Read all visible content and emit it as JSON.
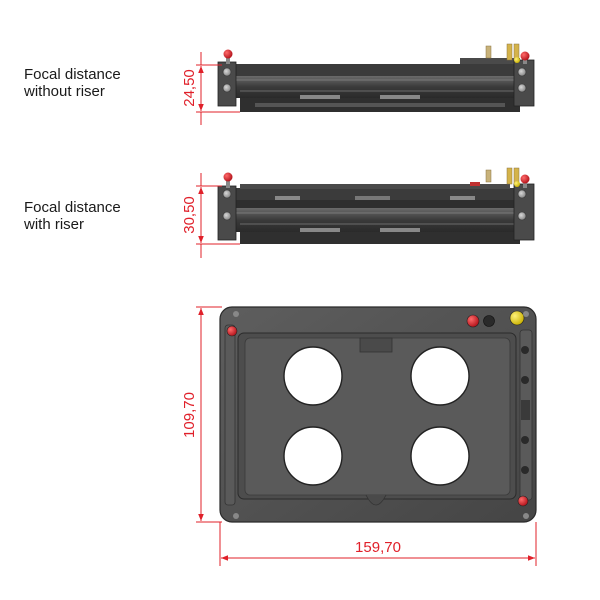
{
  "labels": {
    "without_riser": [
      "Focal distance",
      "without riser"
    ],
    "with_riser": [
      "Focal distance",
      "with riser"
    ]
  },
  "dimensions": {
    "height_without_riser": "24,50",
    "height_with_riser": "30,50",
    "plate_depth": "109,70",
    "plate_width": "159,70"
  },
  "colors": {
    "dimension_line": "#e0202a",
    "body_dark": "#3c3c3c",
    "body_mid": "#555555",
    "body_light": "#767676",
    "red_knob": "#d0202a",
    "yellow_knob": "#e8d21a",
    "well_hole": "#ffffff"
  },
  "icons": [
    "red-knob-icon",
    "yellow-knob-icon",
    "brass-fitting-icon",
    "screw-icon"
  ]
}
